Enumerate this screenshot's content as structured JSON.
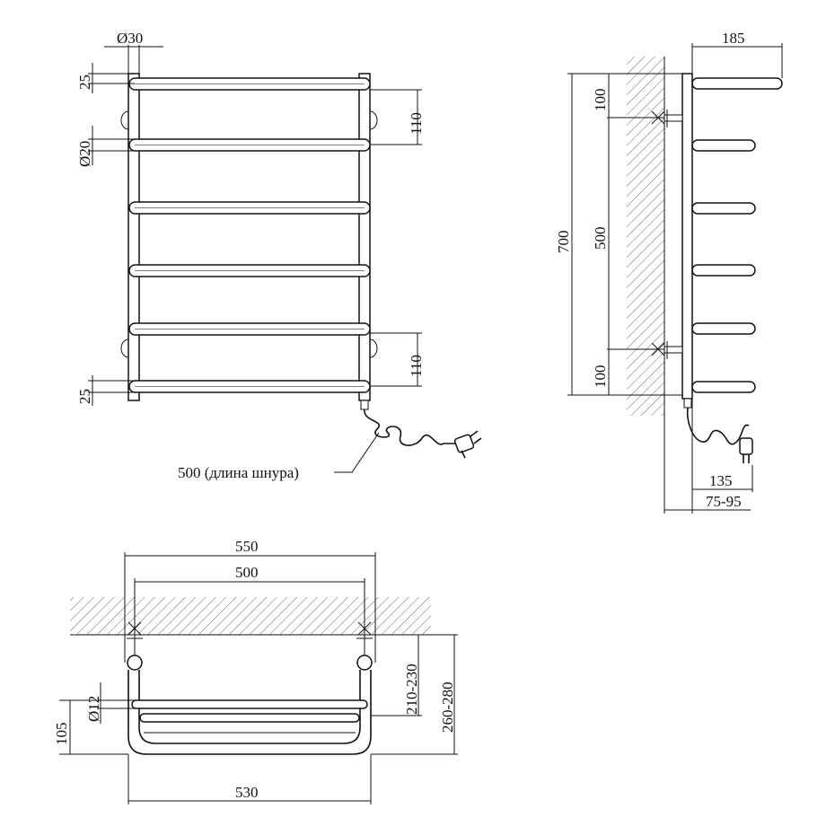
{
  "front_view": {
    "dia_post": "Ø30",
    "dia_bar": "Ø20",
    "top_offset": "25",
    "bottom_offset": "25",
    "top_mount": "110",
    "bottom_mount": "110",
    "cord_label": "500 (длина шнура)"
  },
  "side_view": {
    "depth": "185",
    "height": "700",
    "mount_spacing": "500",
    "top_gap": "100",
    "bottom_gap": "100",
    "plug_depth": "135",
    "wall_distance": "75-95"
  },
  "top_view": {
    "overall_width": "550",
    "mount_width": "500",
    "shelf_width": "530",
    "dia_shelf": "Ø12",
    "shelf_depth": "105",
    "depth_min": "210-230",
    "depth_max": "260-280"
  }
}
